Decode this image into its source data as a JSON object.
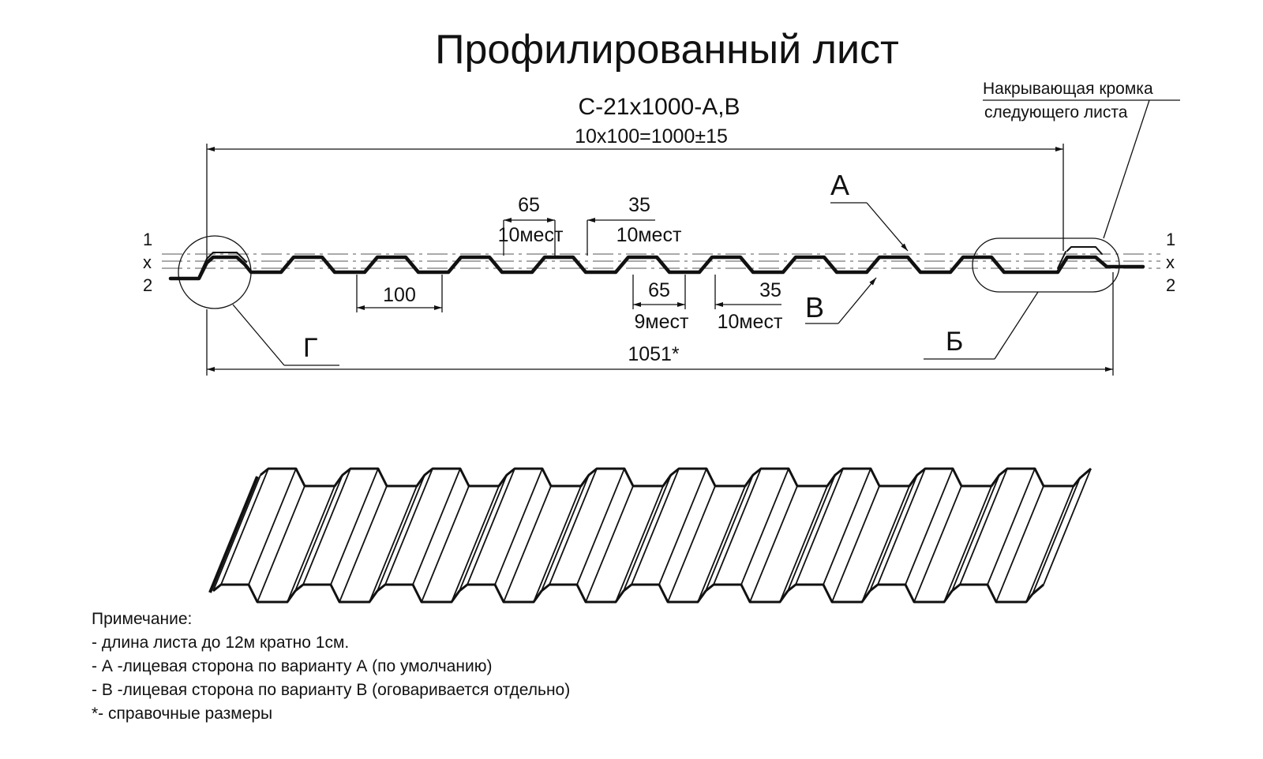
{
  "title": "Профилированный лист",
  "subtitle": "С-21х1000-А,В",
  "overall_dimension": "10х100=1000±15",
  "edge_note": {
    "line1": "Накрывающая кромка",
    "line2": "следующего листа"
  },
  "labels": {
    "side_a": "А",
    "side_b": "В",
    "detail_g": "Г",
    "detail_b": "Б",
    "total_width": "1051*",
    "pitch": "100"
  },
  "dimensions_top": {
    "left_value": "65",
    "left_count": "10мест",
    "right_value": "35",
    "right_count": "10мест"
  },
  "dimensions_bottom": {
    "left_value": "65",
    "left_count": "9мест",
    "right_value": "35",
    "right_count": "10мест"
  },
  "axis_marks": {
    "left": [
      "1",
      "х",
      "2"
    ],
    "right": [
      "1",
      "х",
      "2"
    ]
  },
  "notes": {
    "heading": "Примечание:",
    "items": [
      "- длина листа до 12м кратно 1см.",
      "- А   -лицевая сторона по варианту А (по умолчанию)",
      "- В -лицевая сторона по варианту В (оговаривается отдельно)",
      "*- справочные размеры"
    ]
  }
}
